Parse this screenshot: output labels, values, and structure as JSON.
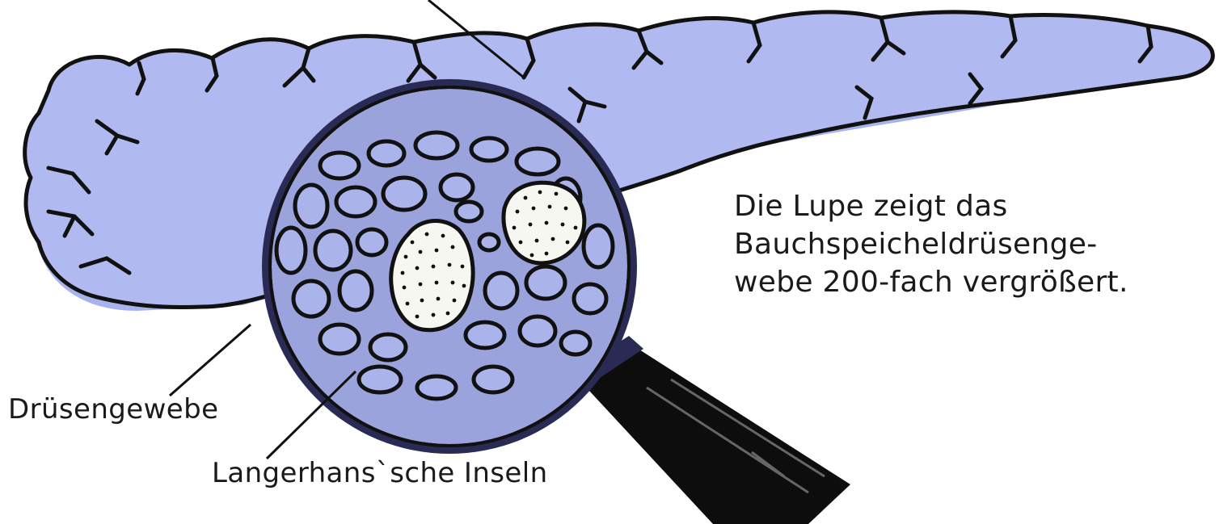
{
  "caption": {
    "line1": "Die Lupe zeigt das",
    "line2": "Bauchspeicheldrüsenge-",
    "line3": "webe 200-fach vergrößert."
  },
  "labels": {
    "tissue": "Drüsengewebe",
    "islets": "Langerhans`sche Inseln"
  },
  "colors": {
    "organ_fill": "#a8b2ee",
    "outline": "#111111",
    "islet_fill": "#f7f7f2",
    "lens_rim": "#2a2b55",
    "handle": "#0d0d0d"
  },
  "icons": {
    "magnifier": "magnifying-glass-icon"
  }
}
